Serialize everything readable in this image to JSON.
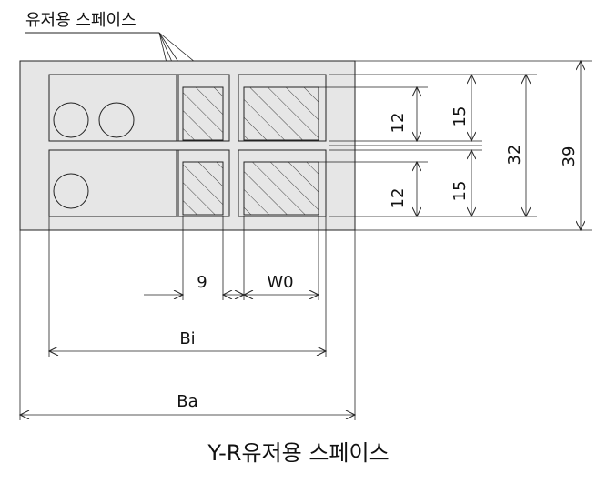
{
  "diagram": {
    "label_top": "유저용 스페이스",
    "caption": "Y-R유저용 스페이스",
    "dimensions": {
      "inner_height_top": "12",
      "outer_height_top": "15",
      "inner_height_bottom": "12",
      "outer_height_bottom": "15",
      "span_32": "32",
      "total_39": "39",
      "width_9": "9",
      "width_w0": "W0",
      "width_bi": "Bi",
      "width_ba": "Ba"
    },
    "colors": {
      "panel_fill": "#e6e6e6",
      "line": "#222222"
    }
  }
}
